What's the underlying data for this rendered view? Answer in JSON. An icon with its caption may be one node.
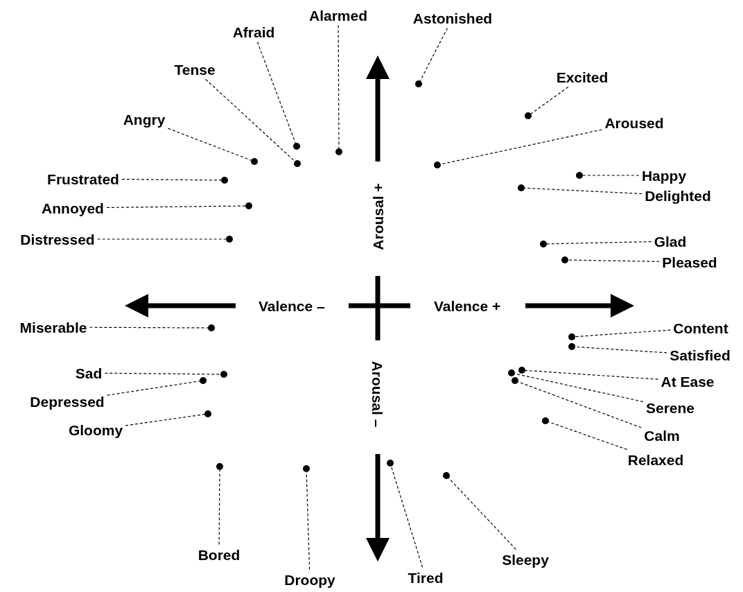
{
  "diagram": {
    "nodes": [
      {
        "text": [
          "Alarmed"
        ]
      },
      {
        "text": [
          "Afraid"
        ]
      },
      {
        "text": [
          "Tense"
        ]
      },
      {
        "text": [
          "Angry"
        ]
      },
      {
        "text": [
          "Frustrated"
        ]
      },
      {
        "text": [
          "Annoyed"
        ]
      },
      {
        "text": [
          "Distressed"
        ]
      },
      {
        "text": [
          "Miserable"
        ]
      },
      {
        "text": [
          "Sad"
        ]
      },
      {
        "text": [
          "Depressed"
        ]
      },
      {
        "text": [
          "Gloomy"
        ]
      },
      {
        "text": [
          "Bored"
        ]
      },
      {
        "text": [
          "Droopy"
        ]
      },
      {
        "text": [
          "Tired"
        ]
      },
      {
        "text": [
          "Sleepy"
        ]
      },
      {
        "text": [
          "Relaxed"
        ]
      },
      {
        "text": [
          "Calm"
        ]
      },
      {
        "text": [
          "Serene"
        ]
      },
      {
        "text": [
          "At Ease"
        ]
      },
      {
        "text": [
          "Satisfied"
        ]
      },
      {
        "text": [
          "Content"
        ]
      },
      {
        "text": [
          "Pleased"
        ]
      },
      {
        "text": [
          "Glad"
        ]
      },
      {
        "text": [
          "Delighted"
        ]
      },
      {
        "text": [
          "Happy"
        ]
      },
      {
        "text": [
          "Aroused"
        ]
      },
      {
        "text": [
          "Excited"
        ]
      },
      {
        "text": [
          "Astonished"
        ]
      },
      {
        "text": [],
        "shape": "circle"
      },
      {
        "text": [],
        "shape": "circle"
      },
      {
        "text": [],
        "shape": "circle"
      },
      {
        "text": [],
        "shape": "circle"
      },
      {
        "text": [],
        "shape": "circle"
      },
      {
        "text": [],
        "shape": "circle"
      },
      {
        "text": [],
        "shape": "circle"
      },
      {
        "text": [],
        "shape": "circle"
      },
      {
        "text": [],
        "shape": "circle"
      },
      {
        "text": [],
        "shape": "circle"
      },
      {
        "text": [],
        "shape": "circle"
      },
      {
        "text": [],
        "shape": "circle"
      },
      {
        "text": [],
        "shape": "circle"
      },
      {
        "text": [],
        "shape": "circle"
      },
      {
        "text": [],
        "shape": "circle"
      },
      {
        "text": [],
        "shape": "circle"
      },
      {
        "text": [],
        "shape": "circle"
      },
      {
        "text": [],
        "shape": "circle"
      },
      {
        "text": [],
        "shape": "circle"
      },
      {
        "text": [],
        "shape": "circle"
      },
      {
        "text": [],
        "shape": "circle"
      },
      {
        "text": [],
        "shape": "circle"
      },
      {
        "text": [],
        "shape": "circle"
      },
      {
        "text": [],
        "shape": "circle"
      },
      {
        "text": [],
        "shape": "circle"
      },
      {
        "text": [],
        "shape": "circle"
      },
      {
        "text": [],
        "shape": "circle"
      },
      {
        "text": [],
        "shape": "circle"
      }
    ],
    "edges": [
      {
        "from": 0,
        "to": 28,
        "arrow": "none",
        "style": "dashed"
      },
      {
        "from": 1,
        "to": 29,
        "arrow": "none",
        "style": "dashed"
      },
      {
        "from": 2,
        "to": 30,
        "arrow": "none",
        "style": "dashed"
      },
      {
        "from": 3,
        "to": 31,
        "arrow": "none",
        "style": "dashed"
      },
      {
        "from": 4,
        "to": 32,
        "arrow": "none",
        "style": "dashed"
      },
      {
        "from": 5,
        "to": 33,
        "arrow": "none",
        "style": "dashed"
      },
      {
        "from": 6,
        "to": 34,
        "arrow": "none",
        "style": "dashed"
      },
      {
        "from": 7,
        "to": 35,
        "arrow": "none",
        "style": "dashed"
      },
      {
        "from": 8,
        "to": 36,
        "arrow": "none",
        "style": "dashed"
      },
      {
        "from": 9,
        "to": 37,
        "arrow": "none",
        "style": "dashed"
      },
      {
        "from": 10,
        "to": 38,
        "arrow": "none",
        "style": "dashed"
      },
      {
        "from": 11,
        "to": 39,
        "arrow": "none",
        "style": "dashed"
      },
      {
        "from": 12,
        "to": 40,
        "arrow": "none",
        "style": "dashed"
      },
      {
        "from": 13,
        "to": 41,
        "arrow": "none",
        "style": "dashed"
      },
      {
        "from": 14,
        "to": 42,
        "arrow": "none",
        "style": "dashed"
      },
      {
        "from": 15,
        "to": 43,
        "arrow": "none",
        "style": "dashed"
      },
      {
        "from": 16,
        "to": 44,
        "arrow": "none",
        "style": "dashed"
      },
      {
        "from": 17,
        "to": 45,
        "arrow": "none",
        "style": "dashed"
      },
      {
        "from": 18,
        "to": 46,
        "arrow": "none",
        "style": "dashed"
      },
      {
        "from": 19,
        "to": 47,
        "arrow": "none",
        "style": "dashed"
      },
      {
        "from": 20,
        "to": 48,
        "arrow": "none",
        "style": "dashed"
      },
      {
        "from": 21,
        "to": 49,
        "arrow": "none",
        "style": "dashed"
      },
      {
        "from": 22,
        "to": 50,
        "arrow": "none",
        "style": "dashed"
      },
      {
        "from": 23,
        "to": 51,
        "arrow": "none",
        "style": "dashed"
      },
      {
        "from": 24,
        "to": 52,
        "arrow": "none",
        "style": "dashed"
      },
      {
        "from": 25,
        "to": 53,
        "arrow": "none",
        "style": "dashed"
      },
      {
        "from": 26,
        "to": 54,
        "arrow": "none",
        "style": "dashed"
      },
      {
        "from": 27,
        "to": 55,
        "arrow": "none",
        "style": "dashed"
      }
    ],
    "labels": [
      "Arousal +",
      "Valence –",
      "Valence +",
      "Arousal –"
    ]
  }
}
